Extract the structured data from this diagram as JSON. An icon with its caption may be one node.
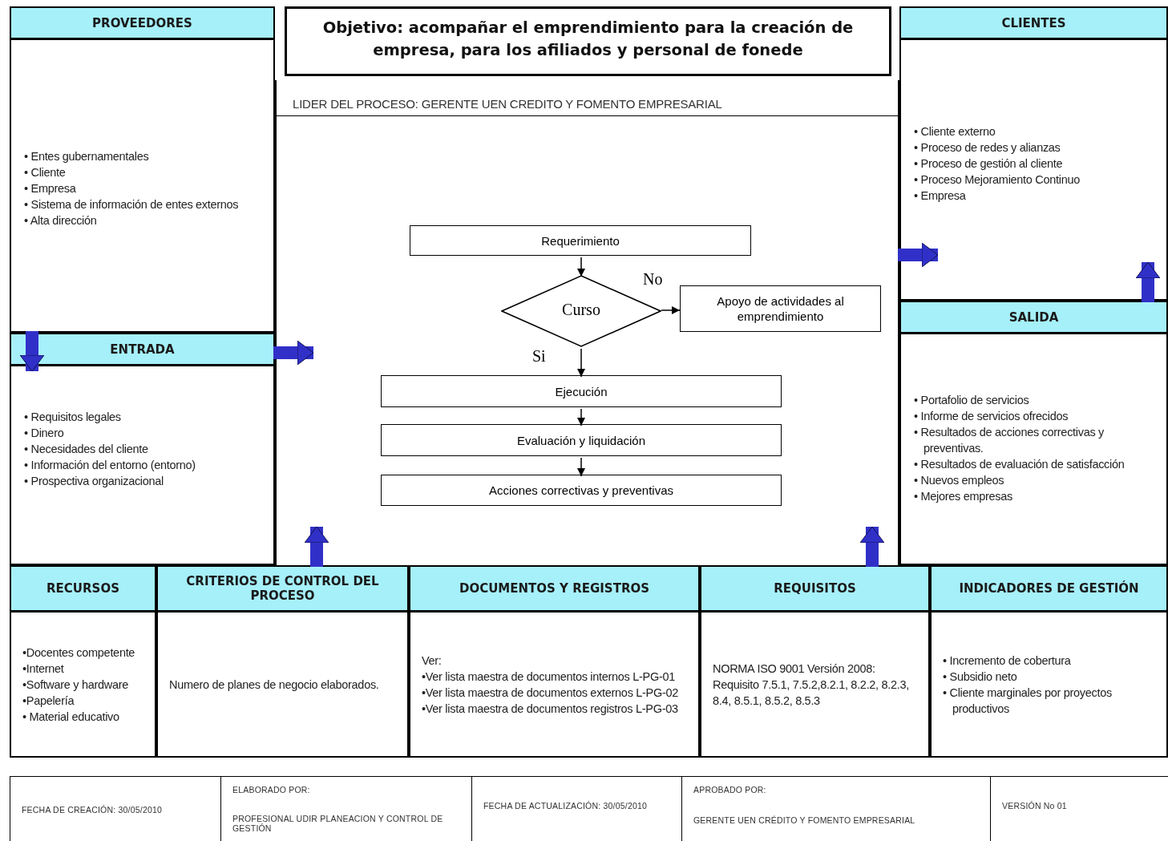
{
  "diagram": {
    "nodes": [
      {
        "text": [
          "PROVEEDORES",
          "• Entes gubernamentales",
          "• Cliente",
          "• Empresa",
          "• Sistema de información de entes externos",
          "• Alta dirección"
        ]
      },
      {
        "text": [
          "Objetivo: acompañar el emprendimiento para la creación de empresa, para los afiliados y personal de fonede"
        ]
      },
      {
        "text": [
          "LIDER DEL PROCESO: GERENTE UEN CREDITO Y FOMENTO EMPRESARIAL"
        ]
      },
      {
        "text": [
          "Requerimiento"
        ],
        "in": 2
      },
      {
        "text": [
          "Curso"
        ],
        "in": 2
      },
      {
        "text": [
          "Apoyo de actividades al emprendimiento"
        ],
        "in": 2
      },
      {
        "text": [
          "Ejecución"
        ],
        "in": 2
      },
      {
        "text": [
          "Evaluación y liquidación"
        ],
        "in": 2
      },
      {
        "text": [
          "Acciones correctivas y preventivas"
        ],
        "in": 2
      },
      {
        "text": [
          "CLIENTES",
          "• Cliente externo",
          "• Proceso de redes y alianzas",
          "• Proceso de gestión al cliente",
          "• Proceso Mejoramiento Continuo",
          "• Empresa"
        ]
      },
      {
        "text": [
          "ENTRADA",
          "• Requisitos legales",
          "• Dinero",
          "• Necesidades del cliente",
          "• Información del entorno (entorno)",
          "• Prospectiva organizacional"
        ]
      },
      {
        "text": [
          "SALIDA",
          "• Portafolio de servicios",
          "• Informe de servicios ofrecidos",
          "• Resultados de acciones correctivas y preventivas.",
          "• Resultados de evaluación de satisfacción",
          "• Nuevos empleos",
          "• Mejores empresas"
        ]
      },
      {
        "text": [
          "RECURSOS",
          "•Docentes competente",
          "•Internet",
          "•Software y hardware",
          "•Papelería",
          "• Material educativo"
        ]
      },
      {
        "text": [
          "CRITERIOS DE CONTROL DEL PROCESO",
          "Numero de planes de negocio elaborados."
        ]
      },
      {
        "text": [
          "DOCUMENTOS Y REGISTROS",
          "Ver:",
          "•Ver lista maestra de documentos internos L-PG-01",
          "•Ver lista maestra de documentos externos L-PG-02",
          "•Ver lista maestra de documentos registros L-PG-03"
        ]
      },
      {
        "text": [
          "REQUISITOS",
          "NORMA ISO 9001 Versión 2008: Requisito 7.5.1, 7.5.2,8.2.1, 8.2.2, 8.2.3, 8.4, 8.5.1, 8.5.2, 8.5.3"
        ]
      },
      {
        "text": [
          "INDICADORES DE GESTIÓN",
          "• Incremento de cobertura",
          "• Subsidio neto",
          "• Cliente marginales por proyectos productivos"
        ]
      }
    ],
    "edges": [
      {
        "from": 3,
        "to": 4,
        "arrow": "to",
        "color": "#000000"
      },
      {
        "from": 4,
        "to": 5,
        "arrow": "to",
        "label": "No",
        "color": "#000000"
      },
      {
        "from": 4,
        "to": 6,
        "arrow": "to",
        "label": "Si",
        "color": "#000000"
      },
      {
        "from": 6,
        "to": 7,
        "arrow": "to",
        "color": "#000000"
      },
      {
        "from": 7,
        "to": 8,
        "arrow": "to",
        "color": "#000000"
      },
      {
        "from": 0,
        "to": 10,
        "arrow": "to",
        "color": "#3030c8"
      },
      {
        "from": 10,
        "to": 2,
        "arrow": "to",
        "color": "#3030c8"
      },
      {
        "from": 2,
        "to": 9,
        "arrow": "to",
        "color": "#3030c8"
      },
      {
        "from": 11,
        "to": 9,
        "arrow": "to",
        "color": "#3030c8"
      },
      {
        "from": 13,
        "to": 2,
        "arrow": "to",
        "color": "#3030c8"
      },
      {
        "from": 15,
        "to": 2,
        "arrow": "to",
        "color": "#3030c8"
      }
    ],
    "labels": [
      "FECHA DE CREACIÓN:  30/05/2010",
      "ELABORADO POR:",
      "PROFESIONAL UDIR PLANEACION Y CONTROL DE GESTIÓN",
      "FECHA DE ACTUALIZACIÓN: 30/05/2010",
      "APROBADO POR:",
      "GERENTE UEN CRÉDITO Y FOMENTO EMPRESARIAL",
      "VERSIÓN No 01"
    ]
  }
}
